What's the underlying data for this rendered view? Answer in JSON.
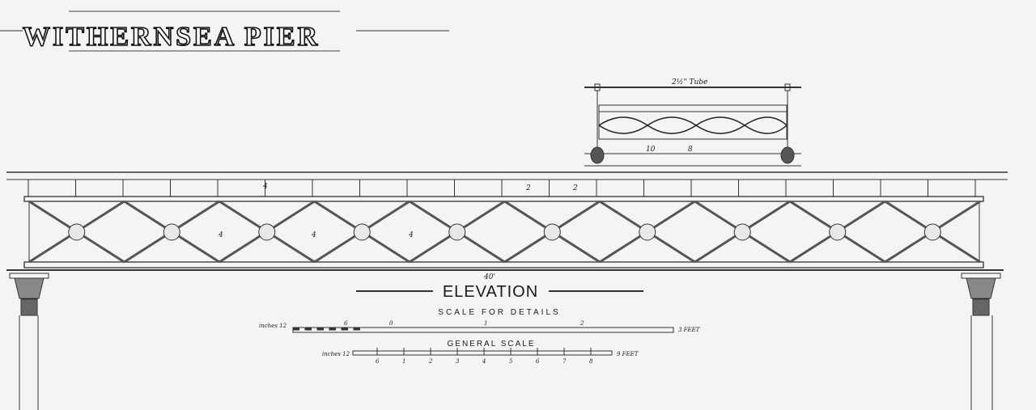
{
  "title": "WITHERNSEA PIER",
  "view_label": "ELEVATION",
  "detail": {
    "dimension_top": "2½\" Tube",
    "dim_height": "10",
    "dim_width": "8"
  },
  "truss": {
    "span": "40'",
    "dims": [
      "4",
      "4",
      "2",
      "2",
      "4",
      "4"
    ]
  },
  "scale_details": {
    "label": "SCALE FOR DETAILS",
    "unit_left": "inches 12",
    "ticks": [
      "6",
      "0",
      "1",
      "2"
    ],
    "unit_right": "3 FEET"
  },
  "scale_general": {
    "label": "GENERAL SCALE",
    "unit_left": "inches 12",
    "ticks": [
      "6",
      "1",
      "2",
      "3",
      "4",
      "5",
      "6",
      "7",
      "8"
    ],
    "unit_right": "9 FEET"
  },
  "colors": {
    "paper": "#f4f4f2",
    "ink": "#1a1a1a"
  }
}
